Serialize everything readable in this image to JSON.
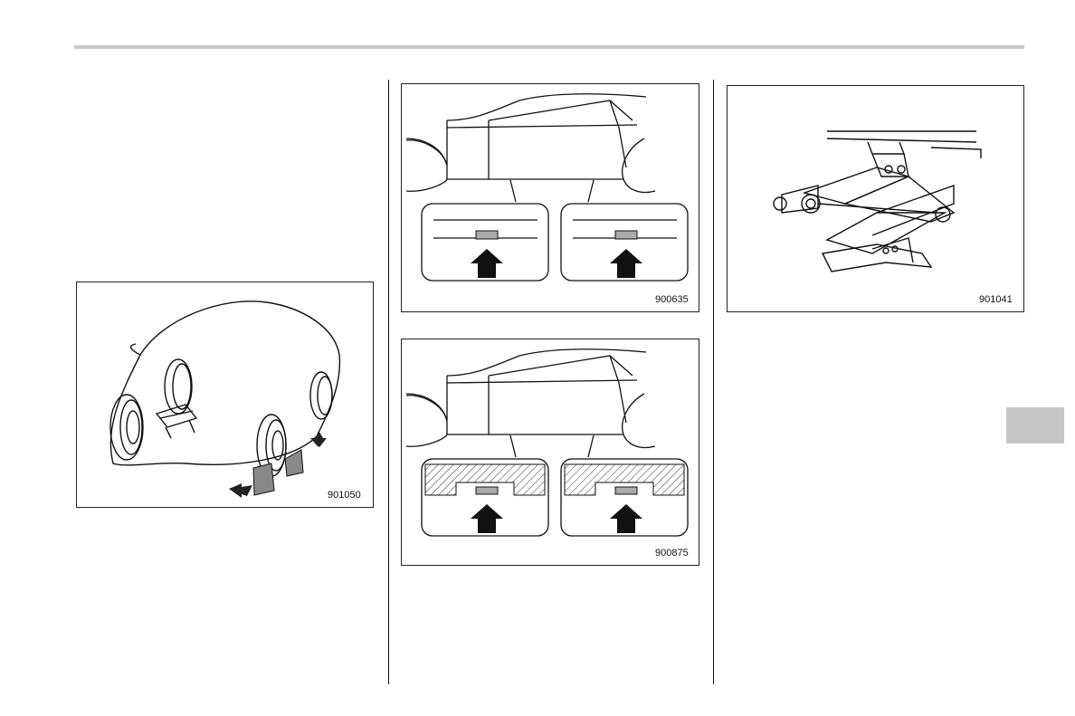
{
  "figures": {
    "wheel_chocks": {
      "code": "901050",
      "icon": "car-with-wheel-chocks-illustration"
    },
    "jack_points": {
      "code": "900635",
      "icon": "jack-point-location-diagram"
    },
    "jack_points_hatched": {
      "code": "900875",
      "icon": "jack-point-recess-diagram"
    },
    "scissor_jack": {
      "code": "901041",
      "icon": "scissor-jack-illustration"
    }
  },
  "colors": {
    "rule": "#c8c8c8",
    "tab": "#c6c6c6",
    "pad": "#aaaaaa"
  }
}
